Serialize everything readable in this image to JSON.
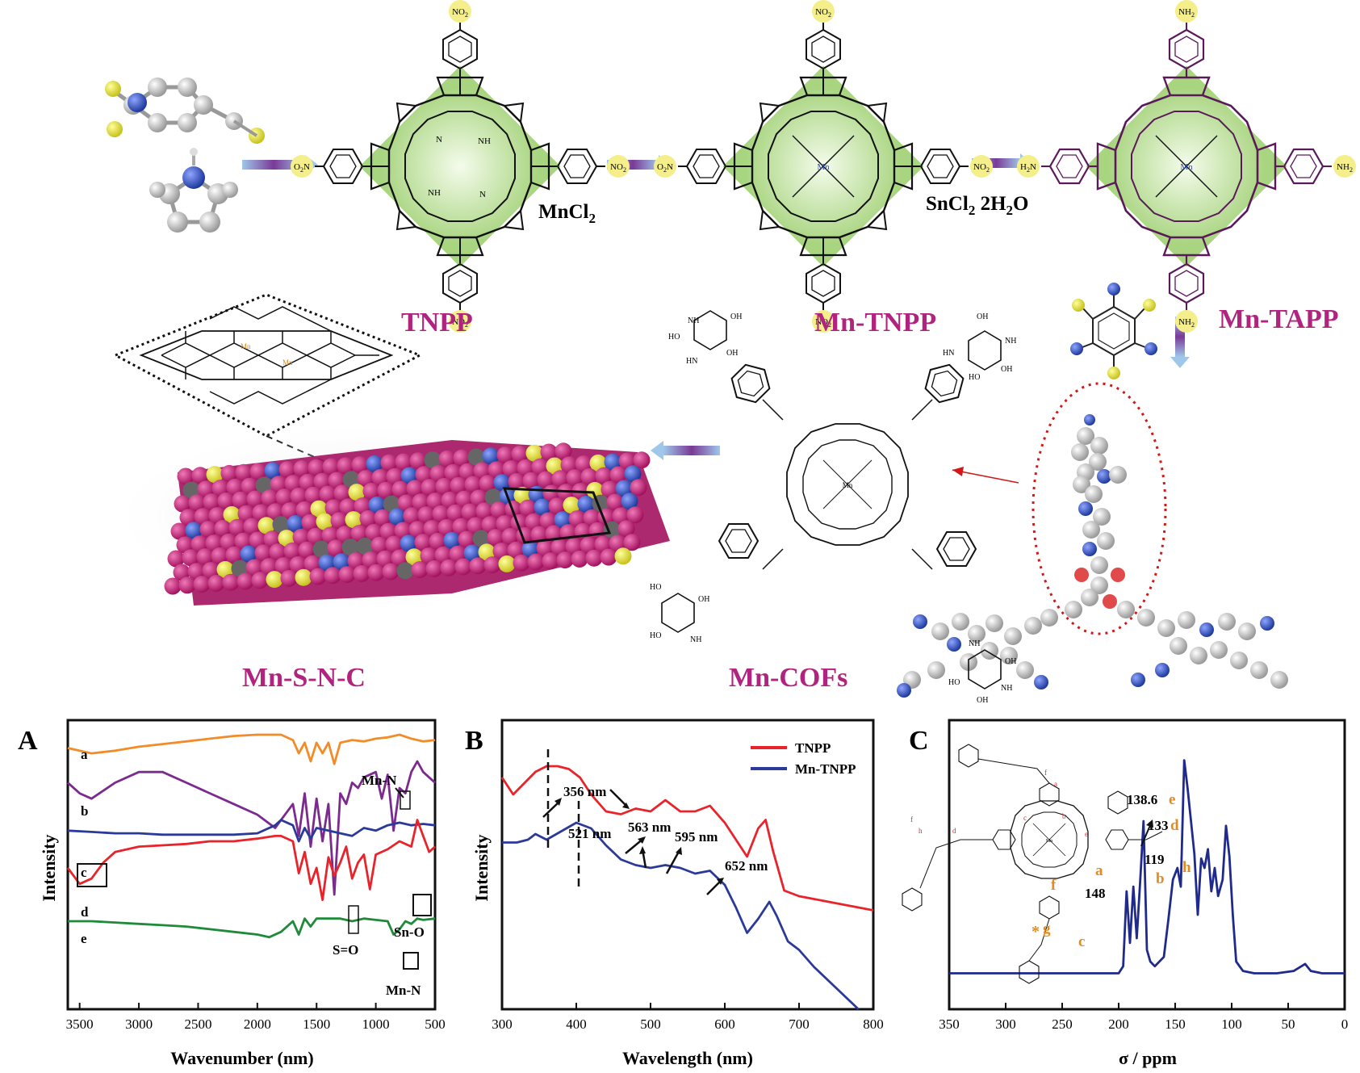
{
  "scheme": {
    "reagents": {
      "mncl2": "MnCl",
      "mncl2_sub": "2",
      "sncl2": "SnCl",
      "sncl2_sub": "2",
      "sncl2_water": "2H",
      "sncl2_water_sub": "2",
      "sncl2_water_o": "O"
    },
    "compounds": {
      "tnpp": "TNPP",
      "mn_tnpp": "Mn-TNPP",
      "mn_tapp": "Mn-TAPP",
      "mn_cofs": "Mn-COFs",
      "mn_snc": "Mn-S-N-C"
    },
    "groups": {
      "no2": "NO",
      "no2_sub": "2",
      "o2n": "O",
      "o2n_sub": "2",
      "o2n_n": "N",
      "nh2": "NH",
      "nh2_sub": "2",
      "h2n": "H",
      "h2n_sub": "2",
      "h2n_n": "N",
      "nh": "NH",
      "n": "N",
      "mn": "Mn",
      "oh": "OH",
      "ho": "HO",
      "hn": "HN"
    },
    "colors": {
      "label": "#b0237e",
      "atom_c": "#b5b5b5",
      "atom_n": "#2a4bb0",
      "atom_s": "#e9e23a",
      "sheet_atom": "#c01f7a",
      "porphyrin_core": "#b8dc96",
      "tapp_bonds": "#5a1a5a",
      "circle_highlight": "#f4ef8a",
      "dotted_ellipse": "#d01818"
    }
  },
  "panels": {
    "A": {
      "letter": "A",
      "chart_data": {
        "type": "line",
        "xlabel": "Wavenumber (nm)",
        "ylabel": "Intensity",
        "xlim": [
          3600,
          500
        ],
        "xticks": [
          3500,
          3000,
          2500,
          2000,
          1500,
          1000,
          500
        ],
        "series": [
          {
            "name": "a",
            "color": "#f28c28",
            "x": [
              3600,
              3400,
              3200,
              3000,
              2800,
              2600,
              2400,
              2200,
              2000,
              1800,
              1700,
              1650,
              1600,
              1550,
              1500,
              1450,
              1400,
              1350,
              1300,
              1200,
              1100,
              1000,
              900,
              800,
              700,
              600,
              500
            ],
            "y": [
              0.95,
              0.93,
              0.94,
              0.955,
              0.965,
              0.975,
              0.985,
              0.995,
              1.0,
              1.0,
              0.98,
              0.93,
              0.97,
              0.9,
              0.97,
              0.93,
              0.97,
              0.89,
              0.97,
              0.98,
              0.975,
              0.985,
              0.99,
              1.0,
              0.985,
              0.975,
              0.98
            ]
          },
          {
            "name": "b",
            "color": "#7b2a8e",
            "x": [
              3600,
              3500,
              3400,
              3300,
              3200,
              3000,
              2800,
              2600,
              2400,
              2200,
              2000,
              1850,
              1800,
              1700,
              1650,
              1600,
              1550,
              1500,
              1450,
              1400,
              1350,
              1300,
              1250,
              1200,
              1150,
              1100,
              1000,
              950,
              900,
              850,
              800,
              750,
              700,
              650,
              600,
              500
            ],
            "y": [
              0.82,
              0.78,
              0.76,
              0.79,
              0.82,
              0.86,
              0.86,
              0.82,
              0.78,
              0.74,
              0.7,
              0.65,
              0.68,
              0.74,
              0.62,
              0.78,
              0.58,
              0.76,
              0.6,
              0.74,
              0.4,
              0.78,
              0.74,
              0.82,
              0.8,
              0.84,
              0.86,
              0.76,
              0.85,
              0.64,
              0.8,
              0.78,
              0.86,
              0.9,
              0.86,
              0.82
            ]
          },
          {
            "name": "c",
            "color": "#2b3a99",
            "x": [
              3600,
              3400,
              3200,
              3000,
              2800,
              2600,
              2400,
              2200,
              2000,
              1850,
              1800,
              1700,
              1650,
              1600,
              1550,
              1500,
              1400,
              1300,
              1200,
              1100,
              1000,
              900,
              800,
              700,
              600,
              500
            ],
            "y": [
              0.64,
              0.635,
              0.63,
              0.63,
              0.625,
              0.625,
              0.625,
              0.625,
              0.63,
              0.66,
              0.68,
              0.66,
              0.6,
              0.65,
              0.61,
              0.65,
              0.64,
              0.63,
              0.62,
              0.65,
              0.64,
              0.66,
              0.67,
              0.66,
              0.665,
              0.66
            ]
          },
          {
            "name": "d",
            "color": "#e8242a",
            "x": [
              3600,
              3500,
              3400,
              3300,
              3200,
              3000,
              2800,
              2600,
              2400,
              2200,
              2000,
              1850,
              1800,
              1700,
              1650,
              1600,
              1550,
              1500,
              1450,
              1400,
              1350,
              1300,
              1250,
              1200,
              1150,
              1100,
              1050,
              1000,
              900,
              800,
              700,
              650,
              600,
              550,
              500
            ],
            "y": [
              0.5,
              0.44,
              0.46,
              0.52,
              0.56,
              0.58,
              0.585,
              0.59,
              0.6,
              0.6,
              0.61,
              0.62,
              0.62,
              0.6,
              0.48,
              0.56,
              0.44,
              0.5,
              0.38,
              0.54,
              0.47,
              0.52,
              0.58,
              0.46,
              0.52,
              0.55,
              0.42,
              0.55,
              0.57,
              0.6,
              0.58,
              0.68,
              0.62,
              0.56,
              0.58
            ]
          },
          {
            "name": "e",
            "color": "#1f8a3a",
            "x": [
              3600,
              3400,
              3200,
              3000,
              2800,
              2600,
              2400,
              2200,
              2000,
              1900,
              1800,
              1700,
              1650,
              1600,
              1550,
              1500,
              1400,
              1300,
              1200,
              1100,
              1000,
              900,
              850,
              800,
              750,
              700,
              650,
              600,
              500
            ],
            "y": [
              0.3,
              0.3,
              0.295,
              0.29,
              0.285,
              0.28,
              0.27,
              0.26,
              0.25,
              0.24,
              0.26,
              0.3,
              0.25,
              0.31,
              0.28,
              0.31,
              0.31,
              0.31,
              0.3,
              0.31,
              0.305,
              0.3,
              0.25,
              0.27,
              0.3,
              0.29,
              0.31,
              0.305,
              0.31
            ]
          }
        ],
        "curve_labels": [
          "a",
          "b",
          "c",
          "d",
          "e"
        ],
        "annotations": {
          "mn_n_top": "Mn-N",
          "sn_o": "Sn-O",
          "s_o": "S=O",
          "mn_n_bottom": "Mn-N"
        }
      }
    },
    "B": {
      "letter": "B",
      "chart_data": {
        "type": "line",
        "xlabel": "Wavelength (nm)",
        "ylabel": "Intensity",
        "xlim": [
          300,
          800
        ],
        "xticks": [
          300,
          400,
          500,
          600,
          700,
          800
        ],
        "series": [
          {
            "name": "TNPP",
            "color": "#e8242a",
            "x": [
              300,
              315,
              330,
              345,
              360,
              375,
              390,
              405,
              420,
              440,
              460,
              480,
              500,
              520,
              540,
              560,
              580,
              600,
              615,
              630,
              645,
              655,
              665,
              680,
              700,
              720,
              740,
              760,
              780,
              800
            ],
            "y": [
              0.82,
              0.76,
              0.8,
              0.84,
              0.86,
              0.86,
              0.85,
              0.82,
              0.76,
              0.7,
              0.69,
              0.71,
              0.7,
              0.74,
              0.7,
              0.7,
              0.72,
              0.66,
              0.6,
              0.54,
              0.64,
              0.67,
              0.56,
              0.42,
              0.4,
              0.39,
              0.38,
              0.37,
              0.36,
              0.35
            ]
          },
          {
            "name": "Mn-TNPP",
            "color": "#2b3a99",
            "x": [
              300,
              320,
              335,
              345,
              360,
              380,
              400,
              420,
              440,
              460,
              480,
              500,
              520,
              540,
              560,
              580,
              600,
              615,
              630,
              645,
              660,
              670,
              685,
              700,
              720,
              740,
              760,
              780
            ],
            "y": [
              0.59,
              0.59,
              0.6,
              0.62,
              0.6,
              0.63,
              0.66,
              0.64,
              0.58,
              0.53,
              0.51,
              0.5,
              0.51,
              0.5,
              0.48,
              0.49,
              0.44,
              0.36,
              0.27,
              0.32,
              0.38,
              0.33,
              0.24,
              0.21,
              0.15,
              0.1,
              0.05,
              0.0
            ]
          }
        ],
        "annotations": [
          "356 nm",
          "521 nm",
          "563 nm",
          "595 nm",
          "652 nm"
        ]
      }
    },
    "C": {
      "letter": "C",
      "chart_data": {
        "type": "line",
        "xlabel": "σ / ppm",
        "xlim": [
          350,
          0
        ],
        "xticks": [
          350,
          300,
          250,
          200,
          150,
          100,
          50,
          0
        ],
        "series": [
          {
            "color": "#1f2a8c",
            "x": [
              350,
              300,
              250,
              200,
              196,
              193,
              190,
              187,
              184,
              181,
              178,
              175,
              172,
              168,
              160,
              156,
              152,
              148,
              145,
              142,
              139,
              136,
              133,
              130,
              127,
              124,
              121,
              118,
              115,
              112,
              108,
              105,
              102,
              99,
              96,
              93,
              90,
              80,
              60,
              45,
              35,
              30,
              20,
              10,
              0
            ],
            "y": [
              0.05,
              0.05,
              0.05,
              0.05,
              0.08,
              0.4,
              0.18,
              0.42,
              0.2,
              0.44,
              0.7,
              0.15,
              0.1,
              0.08,
              0.12,
              0.28,
              0.45,
              0.5,
              0.42,
              0.96,
              0.84,
              0.7,
              0.56,
              0.3,
              0.54,
              0.5,
              0.58,
              0.4,
              0.5,
              0.38,
              0.45,
              0.68,
              0.55,
              0.3,
              0.1,
              0.08,
              0.06,
              0.05,
              0.05,
              0.06,
              0.09,
              0.06,
              0.05,
              0.05,
              0.05
            ]
          }
        ],
        "peak_labels": {
          "p1386": "138.6",
          "p133": "133",
          "p119": "119",
          "p148": "148"
        },
        "assign_labels": {
          "e": "e",
          "d": "d",
          "b": "b",
          "h": "h",
          "a": "a",
          "c": "c",
          "f": "f",
          "g": "g",
          "star": "*"
        }
      }
    }
  }
}
